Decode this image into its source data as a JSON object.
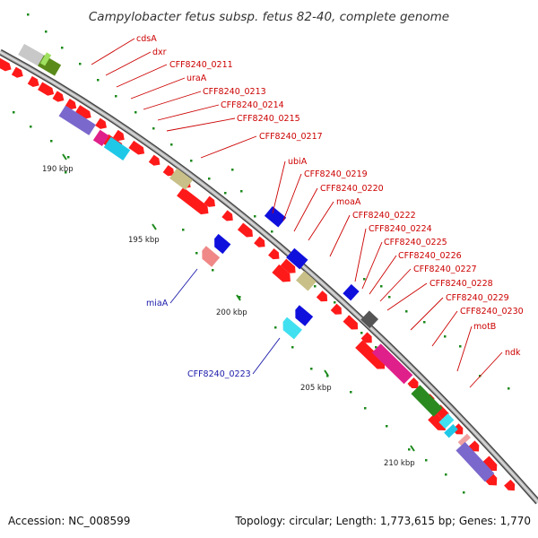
{
  "title": "Campylobacter fetus subsp. fetus 82-40, complete genome",
  "footer": {
    "accession": "Accession: NC_008599",
    "summary": "Topology: circular; Length: 1,773,615 bp; Genes: 1,770"
  },
  "colors": {
    "backbone": "#8c8c8c",
    "backbone_dark": "#4a4a4a",
    "cds": "#ff1a1a",
    "forward_label": "#cc0000",
    "reverse_label": "#1a1aaa",
    "tick": "#1d8a1d"
  },
  "scale": {
    "ticks": [
      {
        "label": "190 kbp",
        "kbp": 190
      },
      {
        "label": "195 kbp",
        "kbp": 195
      },
      {
        "label": "200 kbp",
        "kbp": 200
      },
      {
        "label": "205 kbp",
        "kbp": 205
      },
      {
        "label": "210 kbp",
        "kbp": 210
      }
    ]
  },
  "labels_forward": [
    {
      "text": "cdsA"
    },
    {
      "text": "dxr"
    },
    {
      "text": "CFF8240_0211"
    },
    {
      "text": "uraA"
    },
    {
      "text": "CFF8240_0213"
    },
    {
      "text": "CFF8240_0214"
    },
    {
      "text": "CFF8240_0215"
    },
    {
      "text": "CFF8240_0217"
    },
    {
      "text": "ubiA"
    },
    {
      "text": "CFF8240_0219"
    },
    {
      "text": "CFF8240_0220"
    },
    {
      "text": "moaA"
    },
    {
      "text": "CFF8240_0222"
    },
    {
      "text": "CFF8240_0224"
    },
    {
      "text": "CFF8240_0225"
    },
    {
      "text": "CFF8240_0226"
    },
    {
      "text": "CFF8240_0227"
    },
    {
      "text": "CFF8240_0228"
    },
    {
      "text": "CFF8240_0229"
    },
    {
      "text": "CFF8240_0230"
    },
    {
      "text": "motB"
    },
    {
      "text": "ndk"
    }
  ],
  "labels_reverse": [
    {
      "text": "miaA"
    },
    {
      "text": "CFF8240_0223"
    }
  ]
}
